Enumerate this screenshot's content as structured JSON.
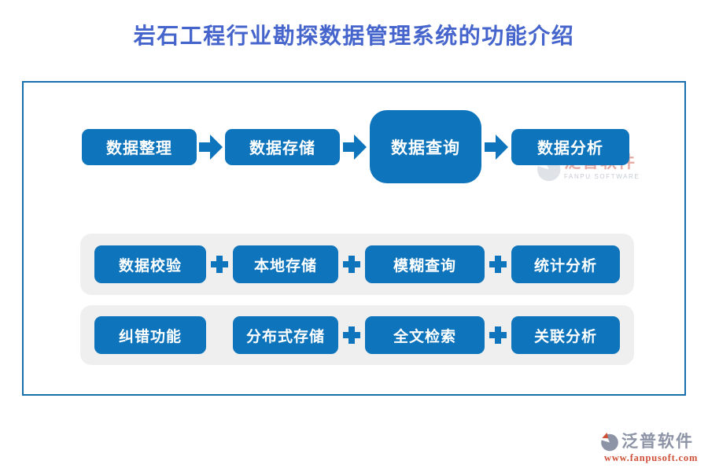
{
  "title": "岩石工程行业勘探数据管理系统的功能介绍",
  "flow": {
    "steps": [
      {
        "label": "数据整理"
      },
      {
        "label": "数据存储"
      },
      {
        "label": "数据查询",
        "emphasis": true
      },
      {
        "label": "数据分析"
      }
    ],
    "connector": "arrow-right"
  },
  "feature_rows": [
    {
      "items": [
        {
          "label": "数据校验",
          "sep_after": "+"
        },
        {
          "label": "本地存储",
          "sep_after": "+"
        },
        {
          "label": "模糊查询",
          "sep_after": "+"
        },
        {
          "label": "统计分析",
          "sep_after": ""
        }
      ]
    },
    {
      "items": [
        {
          "label": "纠错功能",
          "sep_after": ""
        },
        {
          "label": "分布式存储",
          "sep_after": "+"
        },
        {
          "label": "全文检索",
          "sep_after": "+"
        },
        {
          "label": "关联分析",
          "sep_after": ""
        }
      ]
    }
  ],
  "watermark": {
    "brand": "泛普软件",
    "subtitle": "FANPU SOFTWARE"
  },
  "footer_logo": {
    "brand": "泛普软件",
    "url": "www.fanpusoft.com"
  },
  "colors": {
    "title_blue": "#4565cd",
    "button_blue": "#0e74bb",
    "band_gray": "#f0efef",
    "border_blue": "#186fad",
    "brand_gray": "#8d94a6",
    "brand_red": "#cf5038",
    "wm_pink": "#e5aaa4",
    "wm_gray": "#c6cbd4"
  }
}
